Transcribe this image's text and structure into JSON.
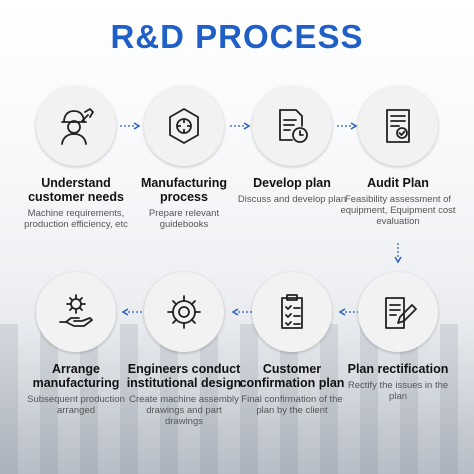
{
  "title": "R&D PROCESS",
  "colors": {
    "accent": "#1f5fc7",
    "icon": "#222222",
    "arrow": "#2b5fbf"
  },
  "steps": [
    {
      "icon": "engineer-with-wrench-icon",
      "title": "Understand customer needs",
      "desc": "Machine requirements, production efficiency, etc"
    },
    {
      "icon": "hexagon-gear-icon",
      "title": "Manufacturing process",
      "desc": "Prepare relevant guidebooks"
    },
    {
      "icon": "document-clock-icon",
      "title": "Develop plan",
      "desc": "Discuss and develop plan"
    },
    {
      "icon": "document-check-icon",
      "title": "Audit Plan",
      "desc": "Feasibility assessment of equipment, Equipment cost evaluation"
    },
    {
      "icon": "document-pencil-icon",
      "title": "Plan rectification",
      "desc": "Rectify the issues in the plan"
    },
    {
      "icon": "clipboard-checklist-icon",
      "title": "Customer confirmation plan",
      "desc": "Final confirmation of the plan by the client"
    },
    {
      "icon": "gears-icon",
      "title": "Engineers conduct institutional design",
      "desc": "Create machine assembly drawings and part drawings"
    },
    {
      "icon": "hand-gear-icon",
      "title": "Arrange manufacturing",
      "desc": "Subsequent production arranged"
    }
  ]
}
